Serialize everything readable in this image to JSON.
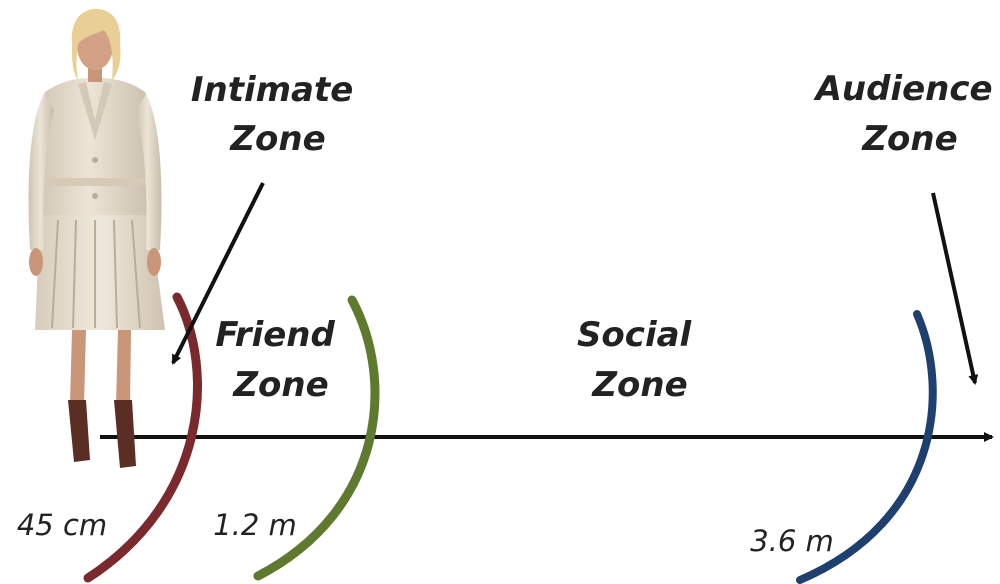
{
  "zones": {
    "intimate": {
      "line1": "Intimate",
      "line2": "Zone",
      "color": "#7a2a2c"
    },
    "friend": {
      "line1": "Friend",
      "line2": "Zone",
      "color": "#5f7a2e"
    },
    "social": {
      "line1": "Social",
      "line2": "Zone",
      "color": "#1f3f6e"
    },
    "audience": {
      "line1": "Audience",
      "line2": "Zone"
    }
  },
  "distances": {
    "intimate": "45 cm",
    "friend": "1.2 m",
    "social": "3.6 m"
  },
  "colors": {
    "text": "#222222",
    "axis": "#111111",
    "coat": "#e7ddcc",
    "hair": "#e9cf95",
    "skin": "#c9967a",
    "boots": "#5a2e22"
  },
  "figure": {
    "icon": "woman-figure-icon"
  }
}
